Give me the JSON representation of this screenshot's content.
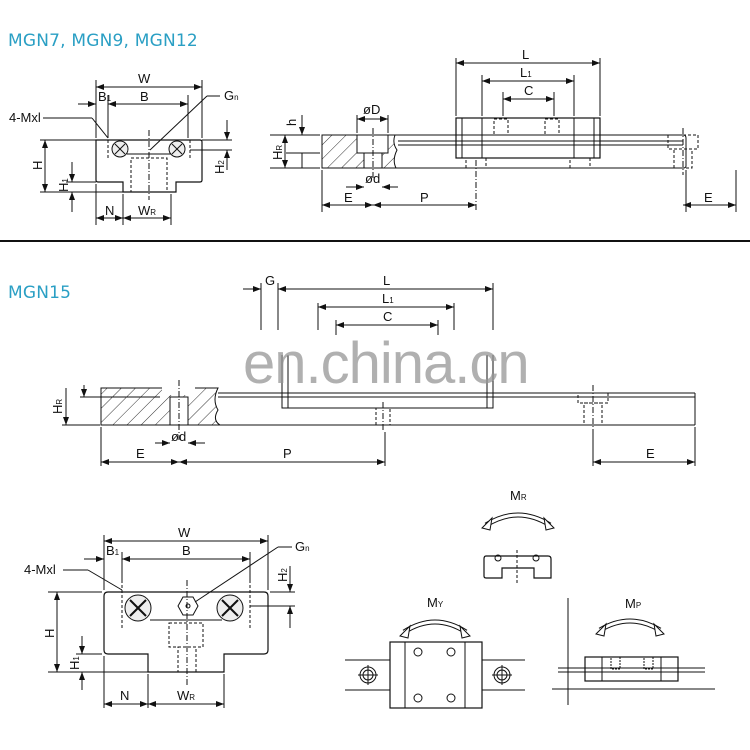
{
  "sections": [
    {
      "title": "MGN7, MGN9, MGN12"
    },
    {
      "title": "MGN15"
    }
  ],
  "watermark": "en.china.cn",
  "colors": {
    "title": "#2a9fc4",
    "line": "#111111"
  },
  "cross_section_labels": {
    "W": "W",
    "B1": "B",
    "B1_sub": "1",
    "B": "B",
    "Gn": "G",
    "Gn_sub": "n",
    "M": "4-Mxl",
    "H": "H",
    "H1": "H",
    "H1_sub": "1",
    "H2": "H",
    "H2_sub": "2",
    "N": "N",
    "WR": "W",
    "WR_sub": "R"
  },
  "side_view_labels": {
    "L": "L",
    "L1": "L",
    "L1_sub": "1",
    "C": "C",
    "D": "øD",
    "d": "ød",
    "h": "h",
    "HR": "H",
    "HR_sub": "R",
    "E": "E",
    "P": "P",
    "G": "G"
  },
  "moment_labels": {
    "MR": "M",
    "MR_sub": "R",
    "MY": "M",
    "MY_sub": "Y",
    "MP": "M",
    "MP_sub": "P"
  }
}
